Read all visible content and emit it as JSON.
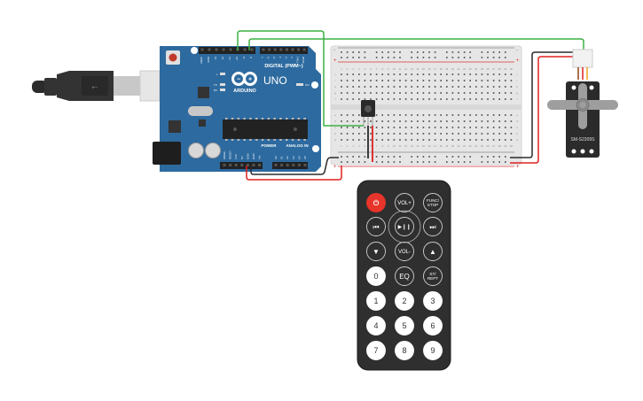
{
  "arduino": {
    "logo_text": "ARDUINO",
    "model": "UNO",
    "digital_label": "DIGITAL (PWM~)",
    "power_label": "POWER",
    "analog_label": "ANALOG IN",
    "on_label": "ON",
    "l_label": "L",
    "tx_label": "TX",
    "rx_label": "RX",
    "digital_pins": [
      "AREF",
      "GND",
      "13",
      "12",
      "~11",
      "~10",
      "~9",
      "8",
      "7",
      "~6",
      "~5",
      "4",
      "~3",
      "2",
      "TX▸1",
      "RX◂0"
    ],
    "power_pins": [
      "IOREF",
      "RESET",
      "3.3V",
      "5V",
      "GND",
      "GND",
      "Vin"
    ],
    "analog_pins": [
      "A0",
      "A1",
      "A2",
      "A3",
      "A4",
      "A5"
    ]
  },
  "servo": {
    "model": "SM-S2309S"
  },
  "breadboard": {
    "plus": "+",
    "minus": "-",
    "row_letters_top": [
      "j",
      "i",
      "h",
      "g",
      "f"
    ],
    "row_letters_bottom": [
      "e",
      "d",
      "c",
      "b",
      "a"
    ],
    "columns": 30
  },
  "remote": {
    "buttons": [
      {
        "id": "power",
        "label": "⏻",
        "style": "red"
      },
      {
        "id": "vol-up",
        "label": "VOL+",
        "style": "outline"
      },
      {
        "id": "func-stop",
        "label": "FUNC/ STOP",
        "style": "outline"
      },
      {
        "id": "prev",
        "label": "⏮",
        "style": "outline"
      },
      {
        "id": "play-pause",
        "label": "▶❙❙",
        "style": "outline"
      },
      {
        "id": "next",
        "label": "⏭",
        "style": "outline"
      },
      {
        "id": "down",
        "label": "▼",
        "style": "outline"
      },
      {
        "id": "vol-down",
        "label": "VOL-",
        "style": "outline"
      },
      {
        "id": "up",
        "label": "▲",
        "style": "outline"
      },
      {
        "id": "0",
        "label": "0",
        "style": "white"
      },
      {
        "id": "eq",
        "label": "EQ",
        "style": "outline"
      },
      {
        "id": "st-rept",
        "label": "ST/ REPT",
        "style": "outline"
      },
      {
        "id": "1",
        "label": "1",
        "style": "white"
      },
      {
        "id": "2",
        "label": "2",
        "style": "white"
      },
      {
        "id": "3",
        "label": "3",
        "style": "white"
      },
      {
        "id": "4",
        "label": "4",
        "style": "white"
      },
      {
        "id": "5",
        "label": "5",
        "style": "white"
      },
      {
        "id": "6",
        "label": "6",
        "style": "white"
      },
      {
        "id": "7",
        "label": "7",
        "style": "white"
      },
      {
        "id": "8",
        "label": "8",
        "style": "white"
      },
      {
        "id": "9",
        "label": "9",
        "style": "white"
      }
    ]
  },
  "colors": {
    "arduino_blue": "#2d6a9f",
    "wire_green": "#3cb043",
    "wire_red": "#e02020",
    "wire_black": "#2a2a2a",
    "breadboard": "#e8e8e8",
    "remote_body": "#2f2f2f",
    "power_red": "#e8352b"
  }
}
